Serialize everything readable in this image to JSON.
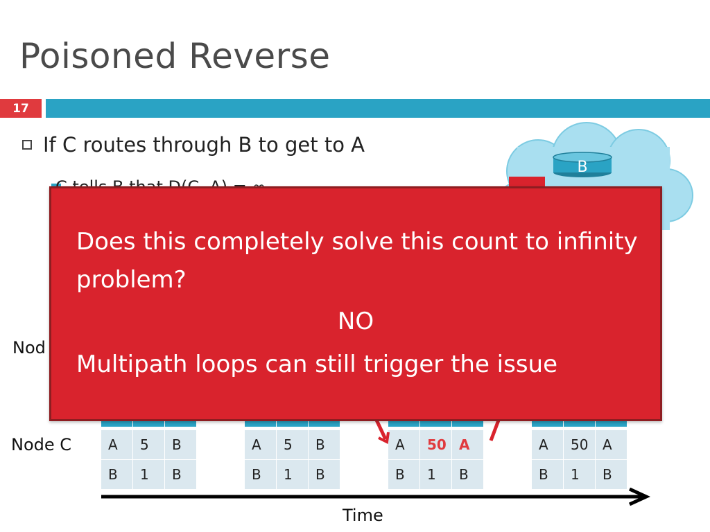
{
  "slide": {
    "title": "Poisoned Reverse",
    "number": "17",
    "bullet": "If C routes through B to get to A",
    "sub_bullet": "C tells B that D(C, A) = ∞"
  },
  "diagram": {
    "node_b": "B",
    "row_labels": {
      "node_b_label": "Nod",
      "node_c": "Node C"
    },
    "time_label": "Time",
    "node_c_tables": [
      {
        "rows": [
          [
            "A",
            "5",
            "B"
          ],
          [
            "B",
            "1",
            "B"
          ]
        ]
      },
      {
        "rows": [
          [
            "A",
            "5",
            "B"
          ],
          [
            "B",
            "1",
            "B"
          ]
        ]
      },
      {
        "rows": [
          [
            "A",
            "50",
            "A"
          ],
          [
            "B",
            "1",
            "B"
          ]
        ],
        "highlight_row": 0
      },
      {
        "rows": [
          [
            "A",
            "50",
            "A"
          ],
          [
            "B",
            "1",
            "B"
          ]
        ]
      }
    ]
  },
  "popup": {
    "question": "Does this completely solve this count to infinity problem?",
    "answer": "NO",
    "note": "Multipath loops can still trigger the issue"
  },
  "colors": {
    "accent_blue": "#2aa3c4",
    "accent_red": "#d9232d",
    "cell_bg": "#dbe8ef"
  }
}
